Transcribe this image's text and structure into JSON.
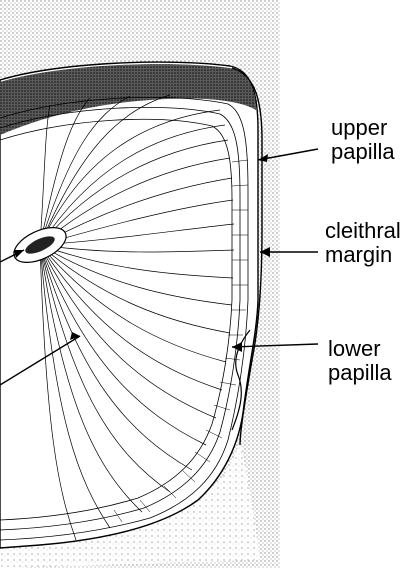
{
  "labels": {
    "upper_papilla": [
      "upper",
      "papilla"
    ],
    "cleithral_margin": [
      "cleithral",
      "margin"
    ],
    "lower_papilla": [
      "lower",
      "papilla"
    ]
  },
  "colors": {
    "ink": "#000000",
    "paper": "#ffffff",
    "stipple": "#bdbdbd"
  }
}
